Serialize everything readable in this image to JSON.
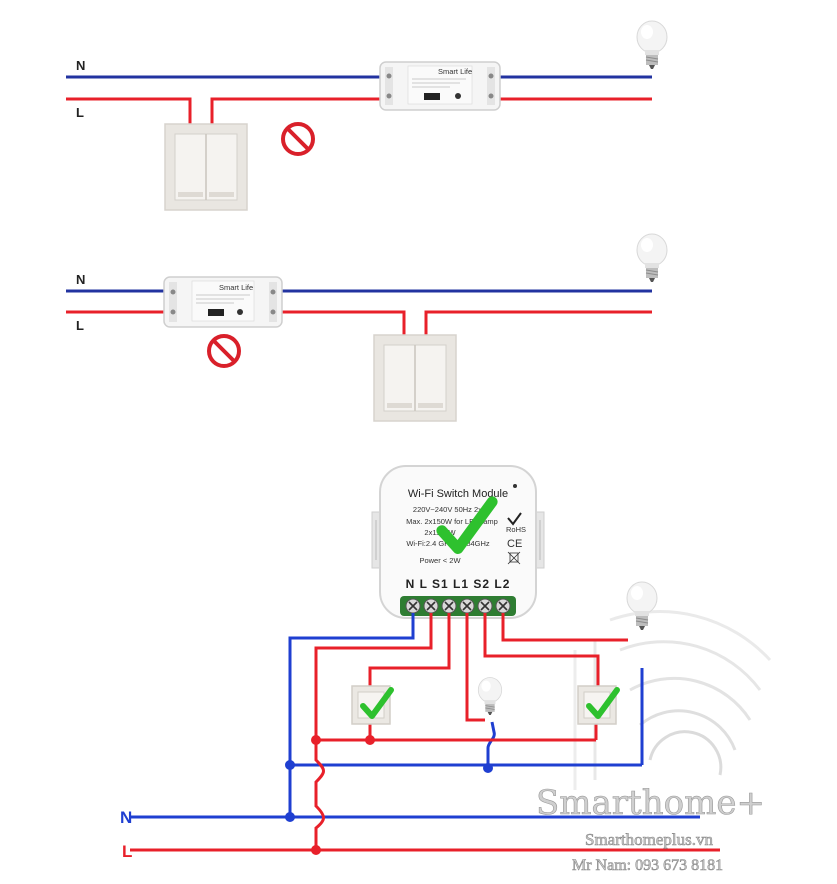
{
  "colors": {
    "neutral": "#2233a0",
    "live": "#e8202a",
    "check": "#2ec12e",
    "forbid": "#d9202a",
    "switch_plate": "#efedea"
  },
  "diagram1": {
    "neutral_label": "N",
    "live_label": "L",
    "module_brand": "Smart Life",
    "status": "forbid-icon"
  },
  "diagram2": {
    "neutral_label": "N",
    "live_label": "L",
    "module_brand": "Smart Life",
    "status": "forbid-icon"
  },
  "diagram3": {
    "neutral_label": "N",
    "live_label": "L",
    "module": {
      "title": "Wi-Fi Switch Module",
      "line1": "220V~240V  50Hz  2x5A",
      "line2": "Max. 2x150W for LED lamp",
      "line3": "2x1150W",
      "line4": "Wi-Fi:2.4 GHz-2.484GHz",
      "line5": "Power < 2W",
      "rohs": "RoHS",
      "ce": "CE",
      "terminals": "N  L  S1 L1 S2 L2"
    },
    "status": "check-icon"
  },
  "watermark": {
    "brand": "Smarthome+",
    "site": "Smarthomeplus.vn",
    "phone": "Mr Nam: 093 673 8181"
  }
}
